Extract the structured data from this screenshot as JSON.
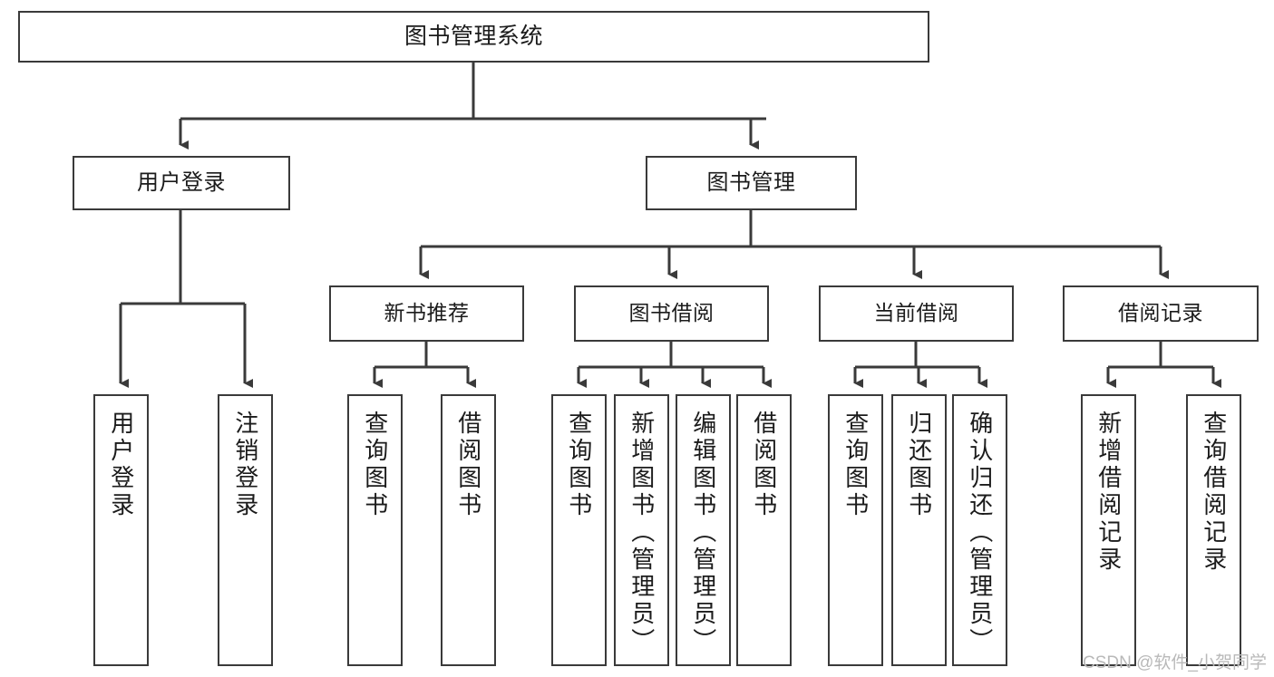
{
  "diagram": {
    "type": "tree-hierarchy-chart",
    "title": "图书管理系统",
    "watermark": "CSDN @软件_小贺同学",
    "style": {
      "background": "#ffffff",
      "border_color": "#3a3a3a",
      "text_color": "#1b1b1b",
      "watermark_color": "#b9b9b9"
    },
    "nodes": {
      "root": {
        "label": "图书管理系统"
      },
      "level1": [
        {
          "label": "用户登录"
        },
        {
          "label": "图书管理"
        }
      ],
      "level2": [
        {
          "label": "新书推荐"
        },
        {
          "label": "图书借阅"
        },
        {
          "label": "当前借阅"
        },
        {
          "label": "借阅记录"
        }
      ],
      "leaves": {
        "user_login": [
          {
            "label": "用户登录"
          },
          {
            "label": "注销登录"
          }
        ],
        "new_book_recommend": [
          {
            "label": "查询图书"
          },
          {
            "label": "借阅图书"
          }
        ],
        "book_borrow": [
          {
            "label": "查询图书"
          },
          {
            "label": "新增图书（管理员）"
          },
          {
            "label": "编辑图书（管理员）"
          },
          {
            "label": "借阅图书"
          }
        ],
        "current_borrow": [
          {
            "label": "查询图书"
          },
          {
            "label": "归还图书"
          },
          {
            "label": "确认归还（管理员）"
          }
        ],
        "borrow_record": [
          {
            "label": "新增借阅记录"
          },
          {
            "label": "查询借阅记录"
          }
        ]
      }
    }
  }
}
